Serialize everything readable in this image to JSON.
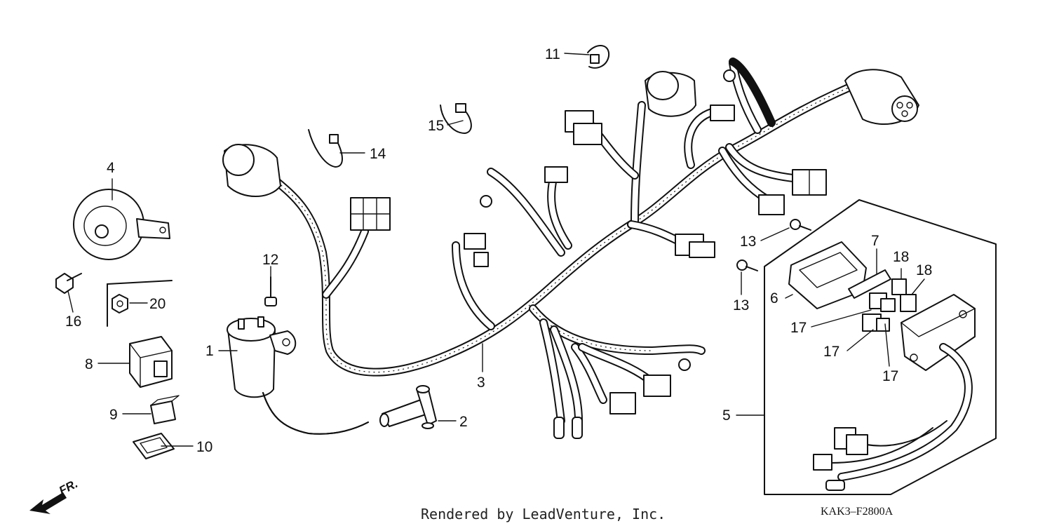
{
  "callouts": {
    "c1": "1",
    "c2": "2",
    "c3": "3",
    "c4": "4",
    "c5": "5",
    "c6": "6",
    "c7": "7",
    "c8": "8",
    "c9": "9",
    "c10": "10",
    "c11": "11",
    "c12": "12",
    "c13a": "13",
    "c13b": "13",
    "c14": "14",
    "c15": "15",
    "c16": "16",
    "c17a": "17",
    "c17b": "17",
    "c17c": "17",
    "c18a": "18",
    "c18b": "18",
    "c20": "20"
  },
  "direction": {
    "label": "FR."
  },
  "footer": {
    "credit": "Rendered by LeadVenture, Inc.",
    "diagram_code": "KAK3–F2800A"
  }
}
